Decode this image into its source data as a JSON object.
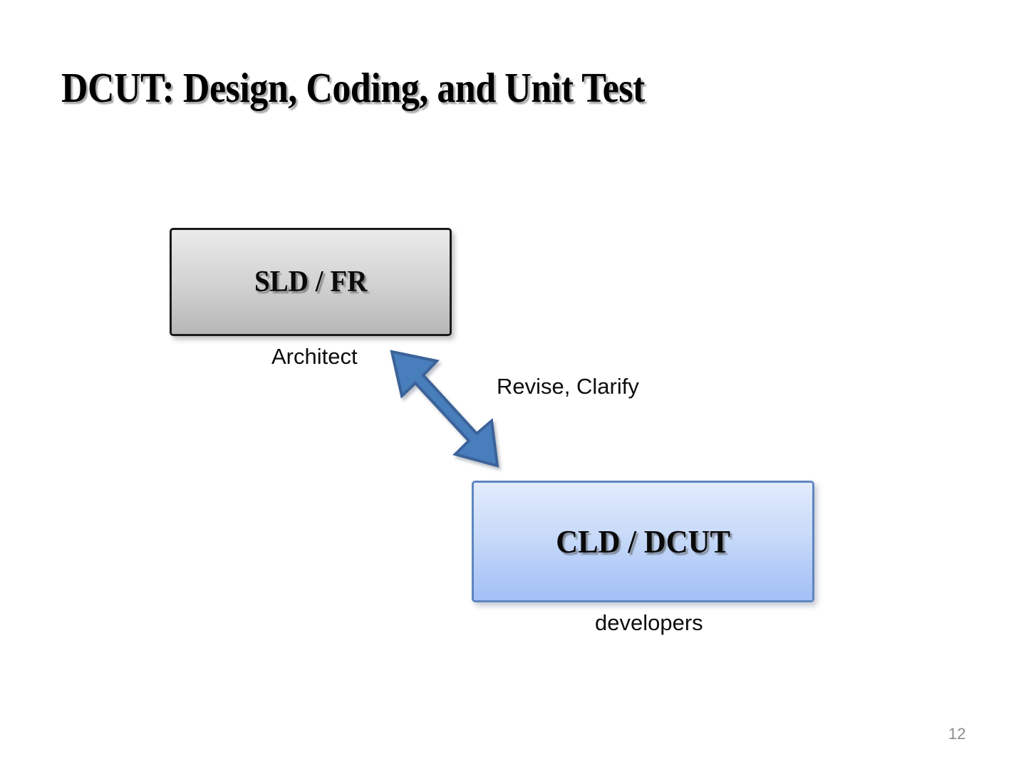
{
  "slide": {
    "title": "DCUT: Design, Coding, and Unit Test",
    "page_number": "12",
    "background_color": "#ffffff"
  },
  "diagram": {
    "boxes": [
      {
        "id": "sld-fr",
        "label": "SLD / FR",
        "caption": "Architect",
        "fill_top": "#ebebeb",
        "fill_bottom": "#b6b6b6",
        "border_color": "#1a1a1a"
      },
      {
        "id": "cld-dcut",
        "label": "CLD / DCUT",
        "caption": "developers",
        "fill_top": "#e2ecfd",
        "fill_bottom": "#a4c0f6",
        "border_color": "#5f86c0"
      }
    ],
    "connector": {
      "id": "double-arrow",
      "label": "Revise, Clarify",
      "fill_color": "#4a7ebc",
      "stroke_color": "#3a6399",
      "direction": "bidirectional",
      "from": "cld-dcut",
      "to": "sld-fr"
    }
  }
}
